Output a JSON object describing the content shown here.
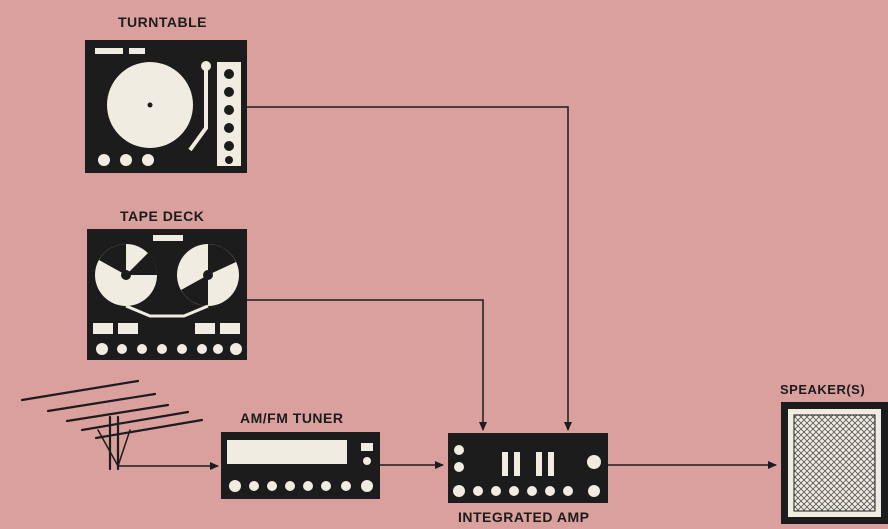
{
  "background_color": "#d9a09e",
  "ink_color": "#1c1c1c",
  "panel_color": "#f1ece2",
  "labels": {
    "turntable": "TURNTABLE",
    "tape_deck": "TAPE DECK",
    "tuner": "AM/FM TUNER",
    "amp": "INTEGRATED AMP",
    "speaker": "SPEAKER(S)"
  },
  "connections": [
    {
      "from": "turntable",
      "to": "integrated-amp"
    },
    {
      "from": "tape-deck",
      "to": "integrated-amp"
    },
    {
      "from": "antenna",
      "to": "am-fm-tuner"
    },
    {
      "from": "am-fm-tuner",
      "to": "integrated-amp"
    },
    {
      "from": "integrated-amp",
      "to": "speaker"
    }
  ]
}
